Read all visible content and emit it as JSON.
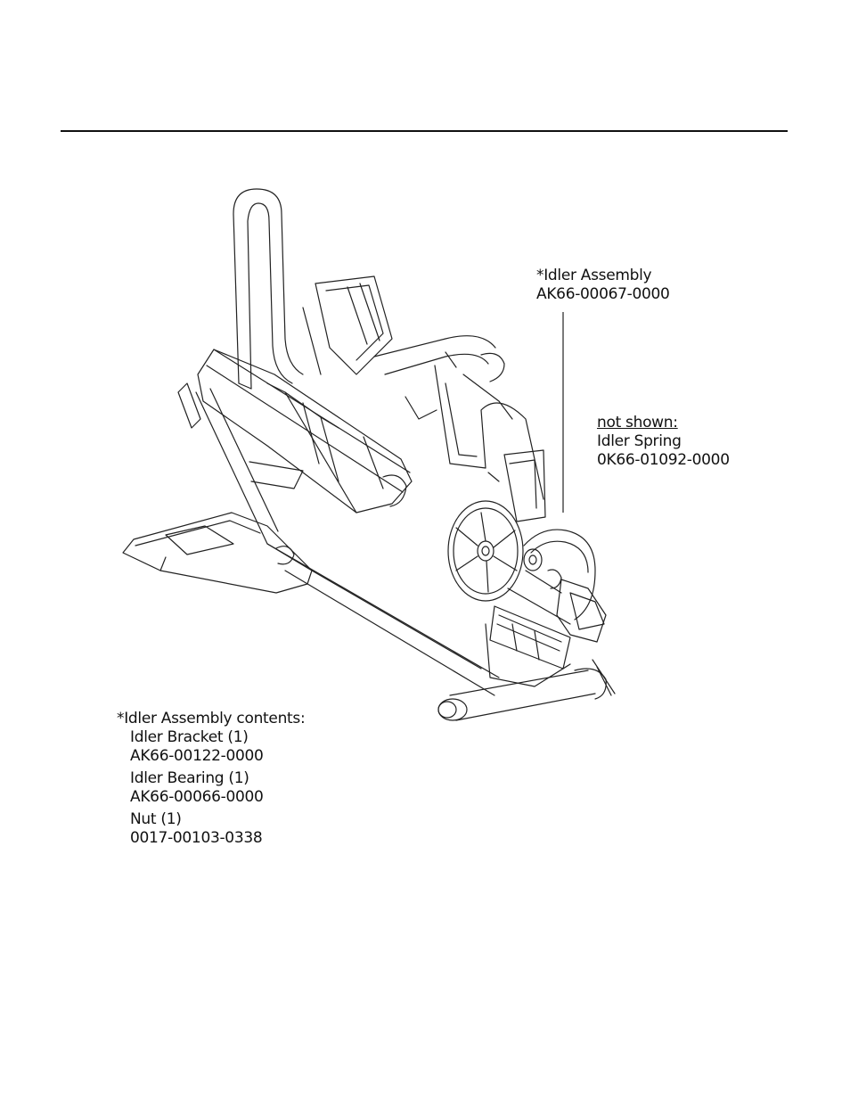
{
  "callouts": {
    "idler_assembly": {
      "title": "*Idler Assembly",
      "part_number": "AK66-00067-0000"
    },
    "idler_spring": {
      "note": "not shown:",
      "title": "Idler Spring",
      "part_number": "0K66-01092-0000"
    }
  },
  "contents": {
    "heading": "*Idler Assembly contents:",
    "items": [
      {
        "name": "Idler Bracket (1)",
        "part_number": "AK66-00122-0000"
      },
      {
        "name": "Idler Bearing (1)",
        "part_number": "AK66-00066-0000"
      },
      {
        "name": "Nut (1)",
        "part_number": "0017-00103-0338"
      }
    ]
  }
}
